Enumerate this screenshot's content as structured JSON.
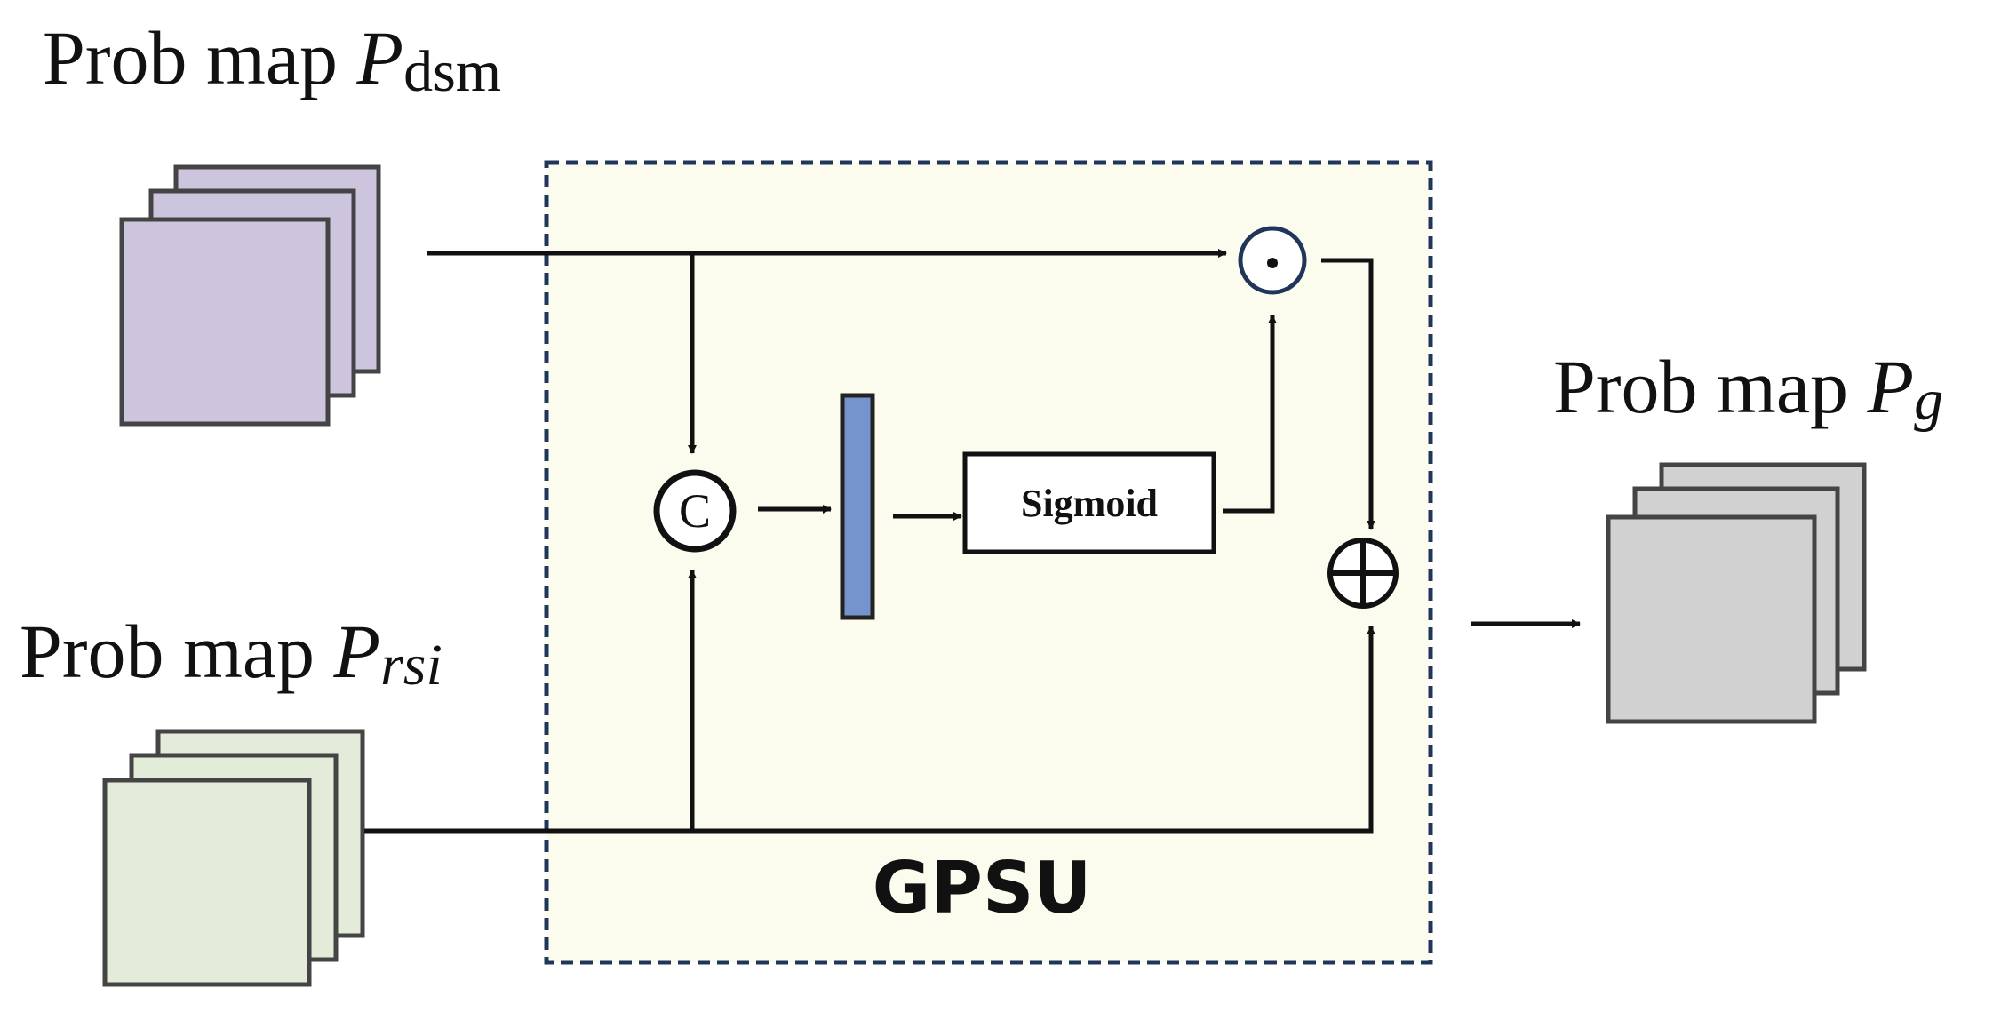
{
  "inputs": {
    "dsm": {
      "prefix": "Prob map ",
      "symbol": "P",
      "subscript": "dsm",
      "color": "#cdc4dd"
    },
    "rsi": {
      "prefix": "Prob map ",
      "symbol": "P",
      "subscript": "rsi",
      "color": "#e2ecd8"
    }
  },
  "output": {
    "prefix": "Prob map ",
    "symbol": "P",
    "subscript": "g",
    "color": "#d1d1d1"
  },
  "module": {
    "name": "GPSU",
    "background": "#fbfbee",
    "border_color": "#1f3559"
  },
  "operators": {
    "concat": "C",
    "multiply": "elementwise-product-icon",
    "add": "elementwise-sum-icon"
  },
  "blocks": {
    "sigmoid_label": "Sigmoid",
    "conv_color": "#7593cc"
  }
}
